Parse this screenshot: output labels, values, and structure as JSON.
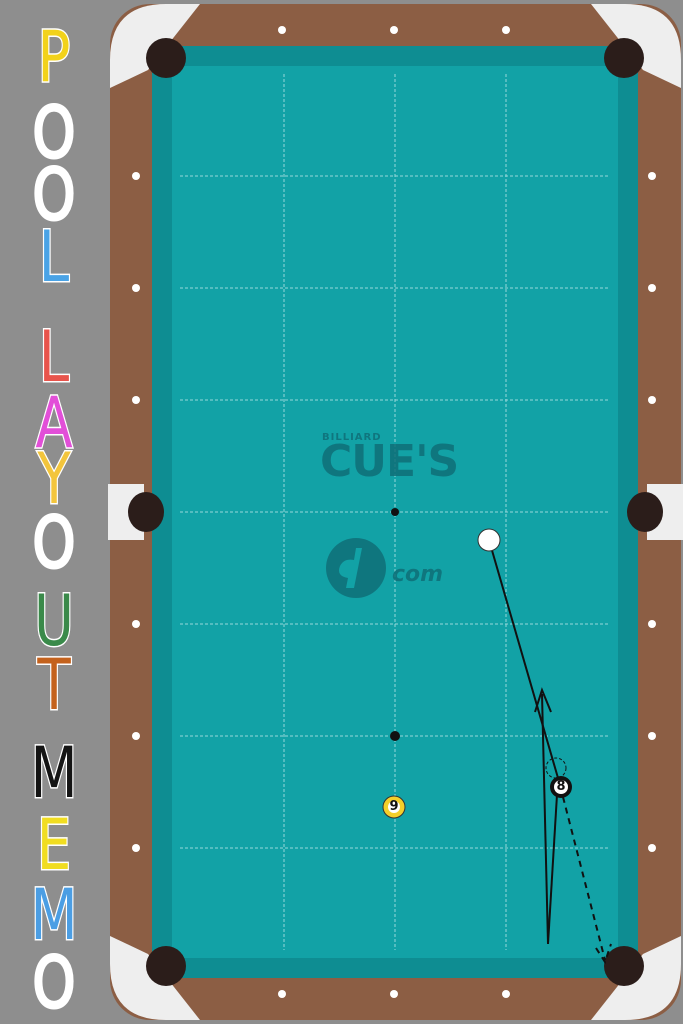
{
  "side_title": {
    "letters": [
      {
        "char": "P",
        "color": "#f2d21b"
      },
      {
        "char": "O",
        "color": "#ffffff"
      },
      {
        "char": "O",
        "color": "#ffffff"
      },
      {
        "char": "L",
        "color": "#4aa3e6"
      },
      {
        "char": "L",
        "color": "#e8544c"
      },
      {
        "char": "A",
        "color": "#e24fd8"
      },
      {
        "char": "Y",
        "color": "#f3c53c"
      },
      {
        "char": "O",
        "color": "#ffffff"
      },
      {
        "char": "U",
        "color": "#3a8a4a"
      },
      {
        "char": "T",
        "color": "#c4621d"
      },
      {
        "char": "M",
        "color": "#141414"
      },
      {
        "char": "E",
        "color": "#f1dd21"
      },
      {
        "char": "M",
        "color": "#4b9ee4"
      },
      {
        "char": "O",
        "color": "#ffffff"
      }
    ]
  },
  "table": {
    "cloth_color": "#12a2a6",
    "rail_color": "#8c5e44",
    "pocket_color": "#2b1d1a",
    "corner_color": "#eeeeee"
  },
  "logo": {
    "brand_small": "BILLIARD",
    "brand_big": "CUE'S",
    "site_suffix": "com"
  },
  "balls": [
    {
      "name": "cue-ball",
      "label": "",
      "color": "#ffffff"
    },
    {
      "name": "nine-ball",
      "label": "9",
      "color": "#f4cf2a"
    },
    {
      "name": "eight-ball",
      "label": "8",
      "color": "#111111"
    }
  ],
  "shot": {
    "description_icons": [
      "cue-path-arrow-icon",
      "object-ball-path-icon",
      "ghost-ball-icon"
    ]
  }
}
